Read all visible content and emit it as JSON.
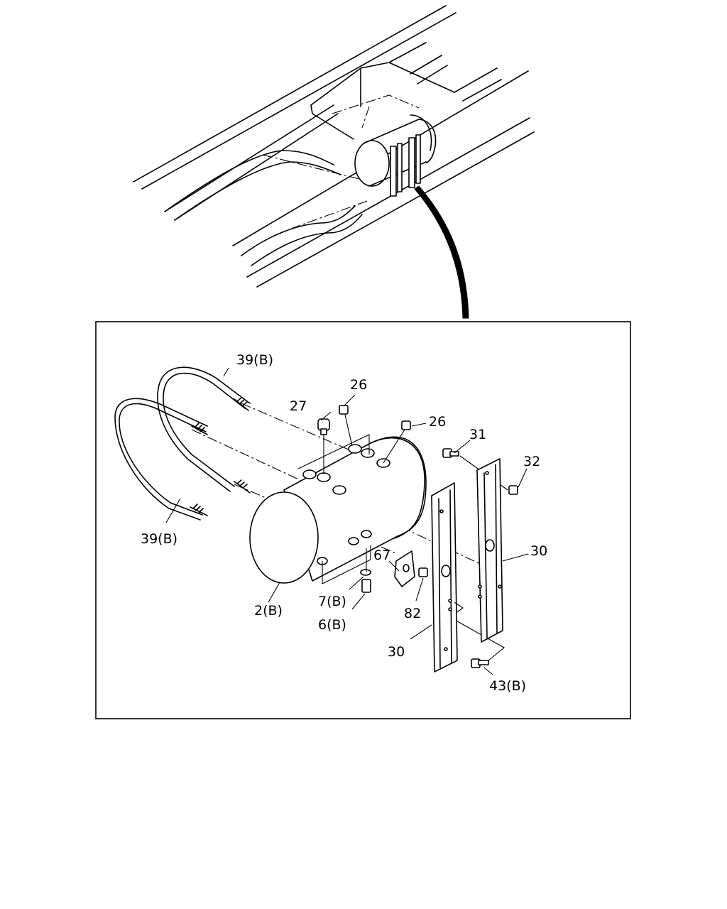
{
  "callouts": {
    "c39b_top": "39(B)",
    "c26_a": "26",
    "c27": "27",
    "c26_b": "26",
    "c31": "31",
    "c32": "32",
    "c39b_left": "39(B)",
    "c30_right": "30",
    "c67": "67",
    "c7b": "7(B)",
    "c82": "82",
    "c2b": "2(B)",
    "c6b": "6(B)",
    "c30_bottom": "30",
    "c43b": "43(B)"
  }
}
